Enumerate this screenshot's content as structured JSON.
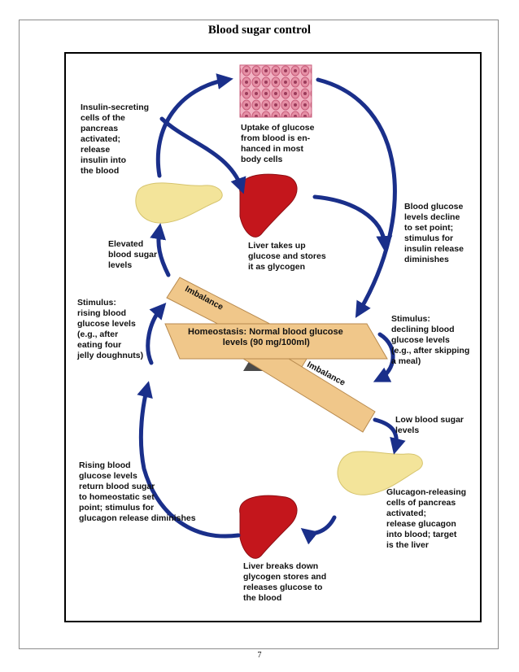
{
  "page": {
    "title": "Blood sugar control",
    "page_number": "7"
  },
  "diagram": {
    "labels": {
      "insulin_cells": "Insulin-secreting\ncells of the\npancreas\nactivated;\nrelease\ninsulin into\nthe blood",
      "uptake": "Uptake of glucose\nfrom blood is en-\nhanced in most\nbody cells",
      "liver_takes_up": "Liver takes up\nglucose and stores\nit as glycogen",
      "glucose_decline": "Blood glucose\nlevels decline\nto set point;\nstimulus for\ninsulin release\ndiminishes",
      "elevated": "Elevated\nblood sugar\nlevels",
      "stimulus_rising": "Stimulus:\nrising blood\nglucose levels\n(e.g., after\neating four\njelly doughnuts)",
      "stimulus_declining": "Stimulus:\ndeclining blood\nglucose levels\n(e.g., after skipping\na meal)",
      "homeostasis": "Homeostasis: Normal blood glucose\n              levels (90 mg/100ml)",
      "imbalance_top": "Imbalance",
      "imbalance_bottom": "Imbalance",
      "low_blood_sugar": "Low blood sugar\nlevels",
      "rising_return": "Rising blood\nglucose levels\nreturn blood sugar\nto homeostatic set\npoint; stimulus for\nglucagon release diminishes",
      "glucagon_cells": "Glucagon-releasing\ncells of pancreas\nactivated;\nrelease glucagon\ninto blood; target\nis the liver",
      "liver_breaks_down": "Liver breaks down\nglycogen stores and\nreleases glucose to\nthe blood"
    },
    "colors": {
      "arrow": "#1a2f8a",
      "board": "#f0c78a",
      "liver": "#c4161c",
      "pancreas": "#f3e49a",
      "cells": "#e58fa5",
      "fulcrum": "#4a4a4a"
    }
  }
}
